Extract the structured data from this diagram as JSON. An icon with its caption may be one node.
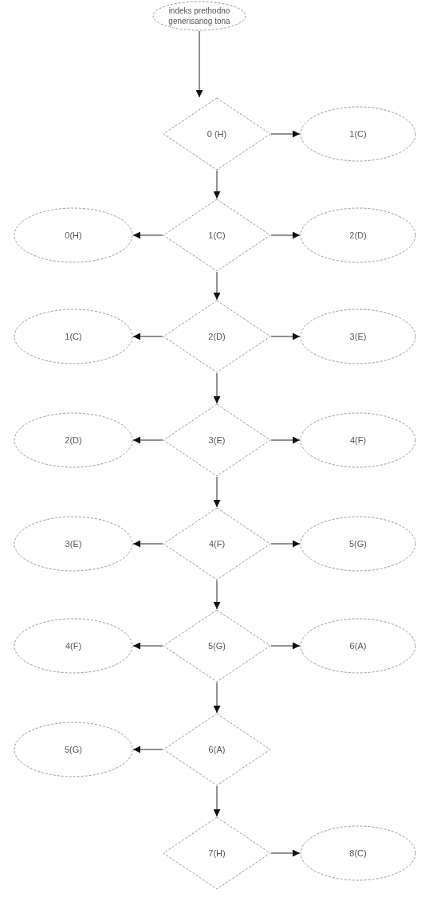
{
  "diagram": {
    "nodes": [
      {
        "text": [
          "indeks prethodno generisanog tona"
        ]
      },
      {
        "text": [
          "0 (H)"
        ]
      },
      {
        "text": [
          "1(C)"
        ]
      },
      {
        "text": [
          "0(H)"
        ]
      },
      {
        "text": [
          "1(C)"
        ]
      },
      {
        "text": [
          "2(D)"
        ]
      },
      {
        "text": [
          "1(C)"
        ]
      },
      {
        "text": [
          "2(D)"
        ]
      },
      {
        "text": [
          "3(E)"
        ]
      },
      {
        "text": [
          "2(D)"
        ]
      },
      {
        "text": [
          "3(E)"
        ]
      },
      {
        "text": [
          "4(F)"
        ]
      },
      {
        "text": [
          "3(E)"
        ]
      },
      {
        "text": [
          "4(F)"
        ]
      },
      {
        "text": [
          "5(G)"
        ]
      },
      {
        "text": [
          "4(F)"
        ]
      },
      {
        "text": [
          "5(G)"
        ]
      },
      {
        "text": [
          "6(A)"
        ]
      },
      {
        "text": [
          "5(G)"
        ]
      },
      {
        "text": [
          "6(A)"
        ]
      },
      {
        "text": [
          "7(H)"
        ]
      },
      {
        "text": [
          "8(C)"
        ]
      }
    ],
    "edges": [
      {
        "from": 0,
        "to": 1,
        "arrow": "to"
      },
      {
        "from": 1,
        "to": 2,
        "arrow": "to"
      },
      {
        "from": 1,
        "to": 4,
        "arrow": "to"
      },
      {
        "from": 4,
        "to": 3,
        "arrow": "to"
      },
      {
        "from": 4,
        "to": 5,
        "arrow": "to"
      },
      {
        "from": 4,
        "to": 7,
        "arrow": "to"
      },
      {
        "from": 7,
        "to": 6,
        "arrow": "to"
      },
      {
        "from": 7,
        "to": 8,
        "arrow": "to"
      },
      {
        "from": 7,
        "to": 10,
        "arrow": "to"
      },
      {
        "from": 10,
        "to": 9,
        "arrow": "to"
      },
      {
        "from": 10,
        "to": 11,
        "arrow": "to"
      },
      {
        "from": 10,
        "to": 13,
        "arrow": "to"
      },
      {
        "from": 13,
        "to": 12,
        "arrow": "to"
      },
      {
        "from": 13,
        "to": 14,
        "arrow": "to"
      },
      {
        "from": 13,
        "to": 16,
        "arrow": "to"
      },
      {
        "from": 16,
        "to": 15,
        "arrow": "to"
      },
      {
        "from": 16,
        "to": 17,
        "arrow": "to"
      },
      {
        "from": 16,
        "to": 19,
        "arrow": "to"
      },
      {
        "from": 19,
        "to": 18,
        "arrow": "to"
      },
      {
        "from": 19,
        "to": 20,
        "arrow": "to"
      },
      {
        "from": 20,
        "to": 21,
        "arrow": "to"
      }
    ]
  }
}
